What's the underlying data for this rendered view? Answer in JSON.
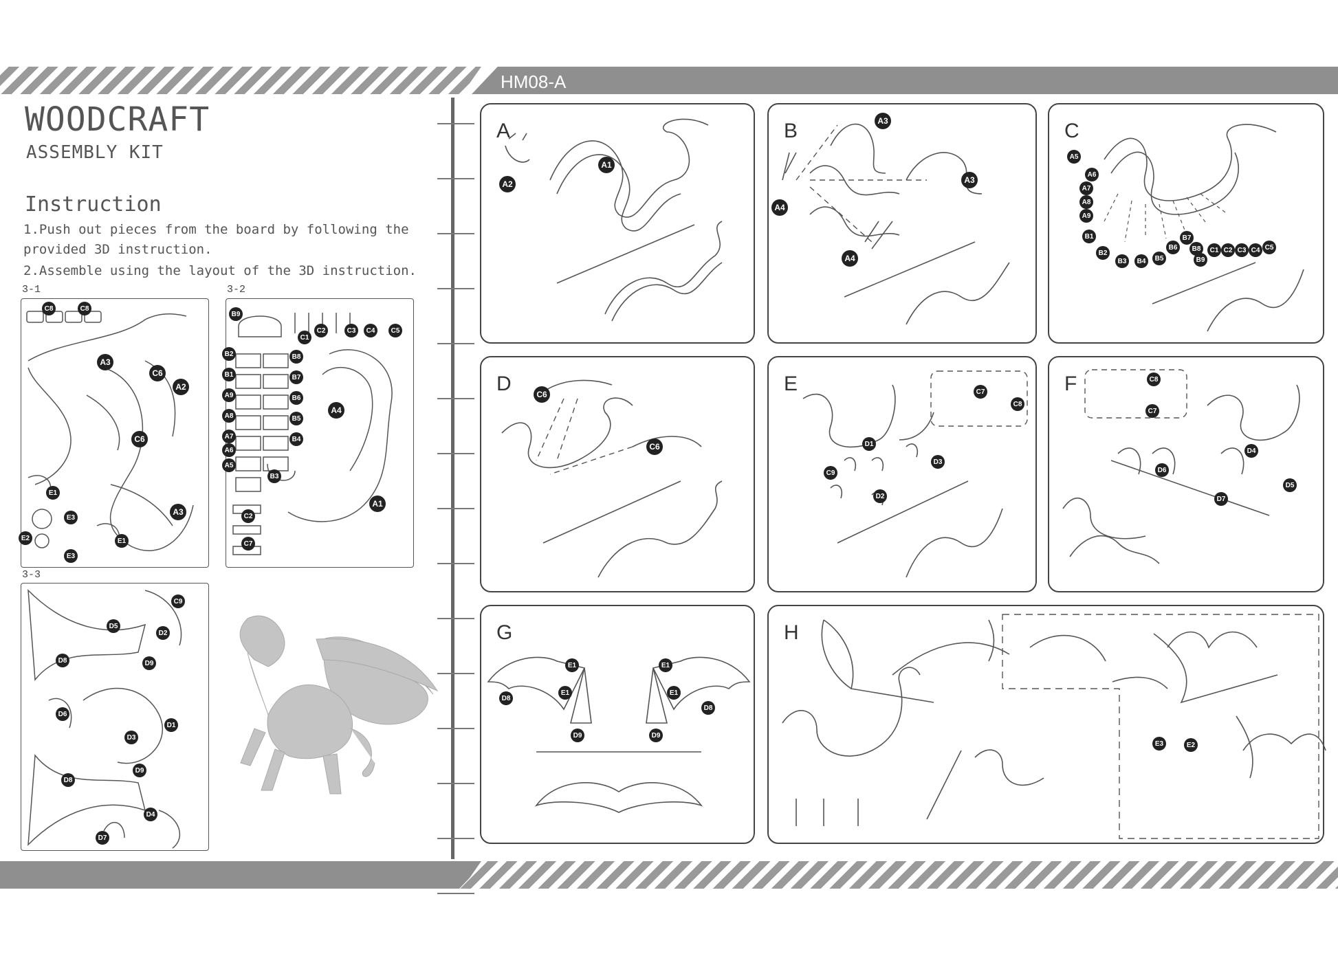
{
  "header": {
    "model": "HM08-A"
  },
  "intro": {
    "title": "WOODCRAFT",
    "subtitle": "ASSEMBLY KIT",
    "section": "Instruction",
    "step1_line1": "1.Push out pieces from the board by following the",
    "step1_line2": "provided 3D instruction.",
    "step2": "2.Assemble using the layout of the 3D instruction."
  },
  "sheets": [
    {
      "label": "3-1",
      "parts": [
        "C8",
        "C8",
        "A3",
        "C6",
        "A2",
        "C6",
        "A3",
        "E1",
        "E3",
        "E2",
        "E1",
        "E3"
      ]
    },
    {
      "label": "3-2",
      "parts": [
        "B9",
        "C1",
        "C2",
        "C3",
        "C4",
        "C5",
        "B2",
        "B8",
        "B1",
        "B7",
        "A9",
        "B6",
        "A8",
        "B5",
        "A7",
        "B4",
        "A6",
        "A5",
        "B3",
        "A4",
        "A1",
        "C2",
        "C7"
      ]
    },
    {
      "label": "3-3",
      "parts": [
        "C9",
        "D5",
        "D2",
        "D8",
        "D9",
        "D6",
        "D3",
        "D1",
        "D8",
        "D9",
        "D4",
        "D7"
      ]
    }
  ],
  "steps": [
    {
      "label": "A",
      "parts": [
        "A1",
        "A2"
      ]
    },
    {
      "label": "B",
      "parts": [
        "A3",
        "A3",
        "A4",
        "A4"
      ]
    },
    {
      "label": "C",
      "parts": [
        "A5",
        "A6",
        "A7",
        "A8",
        "A9",
        "B1",
        "B2",
        "B3",
        "B4",
        "B5",
        "B6",
        "B7",
        "B8",
        "B9",
        "C1",
        "C2",
        "C3",
        "C4",
        "C5"
      ]
    },
    {
      "label": "D",
      "parts": [
        "C6",
        "C6"
      ]
    },
    {
      "label": "E",
      "parts": [
        "C7",
        "C8",
        "D1",
        "D3",
        "C9",
        "D2"
      ]
    },
    {
      "label": "F",
      "parts": [
        "C8",
        "C7",
        "D6",
        "D4",
        "D7",
        "D5"
      ]
    },
    {
      "label": "G",
      "parts": [
        "E1",
        "E1",
        "D8",
        "D9",
        "E1",
        "E1",
        "D8",
        "D9"
      ]
    },
    {
      "label": "H",
      "parts": [
        "E3",
        "E2"
      ]
    }
  ]
}
